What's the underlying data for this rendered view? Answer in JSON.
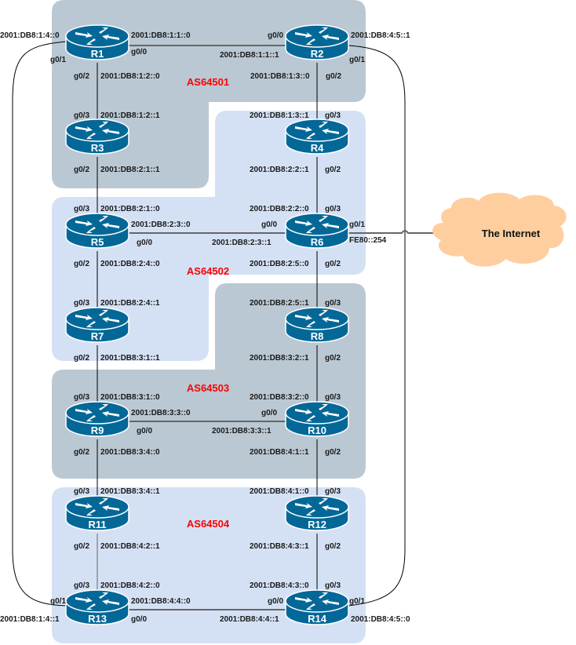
{
  "colors": {
    "as_gray": "#bac8d3",
    "as_blue": "#d4e1f5",
    "router": "#036897",
    "as_label": "#ff0000",
    "cloud": "#ffce9f",
    "link": "#666666"
  },
  "autonomous_systems": [
    {
      "id": "as64501",
      "label": "AS64501"
    },
    {
      "id": "as64502",
      "label": "AS64502"
    },
    {
      "id": "as64503",
      "label": "AS64503"
    },
    {
      "id": "as64504",
      "label": "AS64504"
    }
  ],
  "internet": {
    "label": "The Internet"
  },
  "routers": [
    {
      "id": "r1",
      "label": "R1",
      "icon": "router-icon"
    },
    {
      "id": "r2",
      "label": "R2",
      "icon": "router-icon"
    },
    {
      "id": "r3",
      "label": "R3",
      "icon": "router-icon"
    },
    {
      "id": "r4",
      "label": "R4",
      "icon": "router-icon"
    },
    {
      "id": "r5",
      "label": "R5",
      "icon": "router-icon"
    },
    {
      "id": "r6",
      "label": "R6",
      "icon": "router-icon"
    },
    {
      "id": "r7",
      "label": "R7",
      "icon": "router-icon"
    },
    {
      "id": "r8",
      "label": "R8",
      "icon": "router-icon"
    },
    {
      "id": "r9",
      "label": "R9",
      "icon": "router-icon"
    },
    {
      "id": "r10",
      "label": "R10",
      "icon": "router-icon"
    },
    {
      "id": "r11",
      "label": "R11",
      "icon": "router-icon"
    },
    {
      "id": "r12",
      "label": "R12",
      "icon": "router-icon"
    },
    {
      "id": "r13",
      "label": "R13",
      "icon": "router-icon"
    },
    {
      "id": "r14",
      "label": "R14",
      "icon": "router-icon"
    }
  ],
  "labels": {
    "r1_g00_addr": "2001:DB8:1:1::0",
    "r1_g00": "g0/0",
    "r1_g01_addr": "2001:DB8:1:4::0",
    "r1_g01": "g0/1",
    "r1_g02": "g0/2",
    "r1_g02_addr": "2001:DB8:1:2::0",
    "r2_g00": "g0/0",
    "r2_g00_addr": "2001:DB8:1:1::1",
    "r2_g01_addr": "2001:DB8:4:5::1",
    "r2_g01": "g0/1",
    "r2_g02_addr": "2001:DB8:1:3::0",
    "r2_g02": "g0/2",
    "r3_g03": "g0/3",
    "r3_g03_addr": "2001:DB8:1:2::1",
    "r3_g02": "g0/2",
    "r3_g02_addr": "2001:DB8:2:1::1",
    "r4_g03_addr": "2001:DB8:1:3::1",
    "r4_g03": "g0/3",
    "r4_g02_addr": "2001:DB8:2:2::1",
    "r4_g02": "g0/2",
    "r5_g03": "g0/3",
    "r5_g03_addr": "2001:DB8:2:1::0",
    "r5_g00_addr": "2001:DB8:2:3::0",
    "r5_g00": "g0/0",
    "r5_g02": "g0/2",
    "r5_g02_addr": "2001:DB8:2:4::0",
    "r6_g03_addr": "2001:DB8:2:2::0",
    "r6_g03": "g0/3",
    "r6_g00": "g0/0",
    "r6_g00_addr": "2001:DB8:2:3::1",
    "r6_g01": "g0/1",
    "r6_g01_addr": "FE80::254",
    "r6_g02_addr": "2001:DB8:2:5::0",
    "r6_g02": "g0/2",
    "r7_g03": "g0/3",
    "r7_g03_addr": "2001:DB8:2:4::1",
    "r7_g02": "g0/2",
    "r7_g02_addr": "2001:DB8:3:1::1",
    "r8_g03_addr": "2001:DB8:2:5::1",
    "r8_g03": "g0/3",
    "r8_g02_addr": "2001:DB8:3:2::1",
    "r8_g02": "g0/2",
    "r9_g03": "g0/3",
    "r9_g03_addr": "2001:DB8:3:1::0",
    "r9_g00_addr": "2001:DB8:3:3::0",
    "r9_g00": "g0/0",
    "r9_g02": "g0/2",
    "r9_g02_addr": "2001:DB8:3:4::0",
    "r10_g03_addr": "2001:DB8:3:2::0",
    "r10_g03": "g0/3",
    "r10_g00": "g0/0",
    "r10_g00_addr": "2001:DB8:3:3::1",
    "r10_g02_addr": "2001:DB8:4:1::1",
    "r10_g02": "g0/2",
    "r11_g03": "g0/3",
    "r11_g03_addr": "2001:DB8:3:4::1",
    "r11_g02": "g0/2",
    "r11_g02_addr": "2001:DB8:4:2::1",
    "r12_g03_addr": "2001:DB8:4:1::0",
    "r12_g03": "g0/3",
    "r12_g02_addr": "2001:DB8:4:3::1",
    "r12_g02": "g0/2",
    "r13_g03": "g0/3",
    "r13_g03_addr": "2001:DB8:4:2::0",
    "r13_g01": "g0/1",
    "r13_g01_addr": "2001:DB8:1:4::1",
    "r13_g00_addr": "2001:DB8:4:4::0",
    "r13_g00": "g0/0",
    "r14_g03_addr": "2001:DB8:4:3::0",
    "r14_g03": "g0/3",
    "r14_g00": "g0/0",
    "r14_g00_addr": "2001:DB8:4:4::1",
    "r14_g01": "g0/1",
    "r14_g01_addr": "2001:DB8:4:5::0"
  }
}
